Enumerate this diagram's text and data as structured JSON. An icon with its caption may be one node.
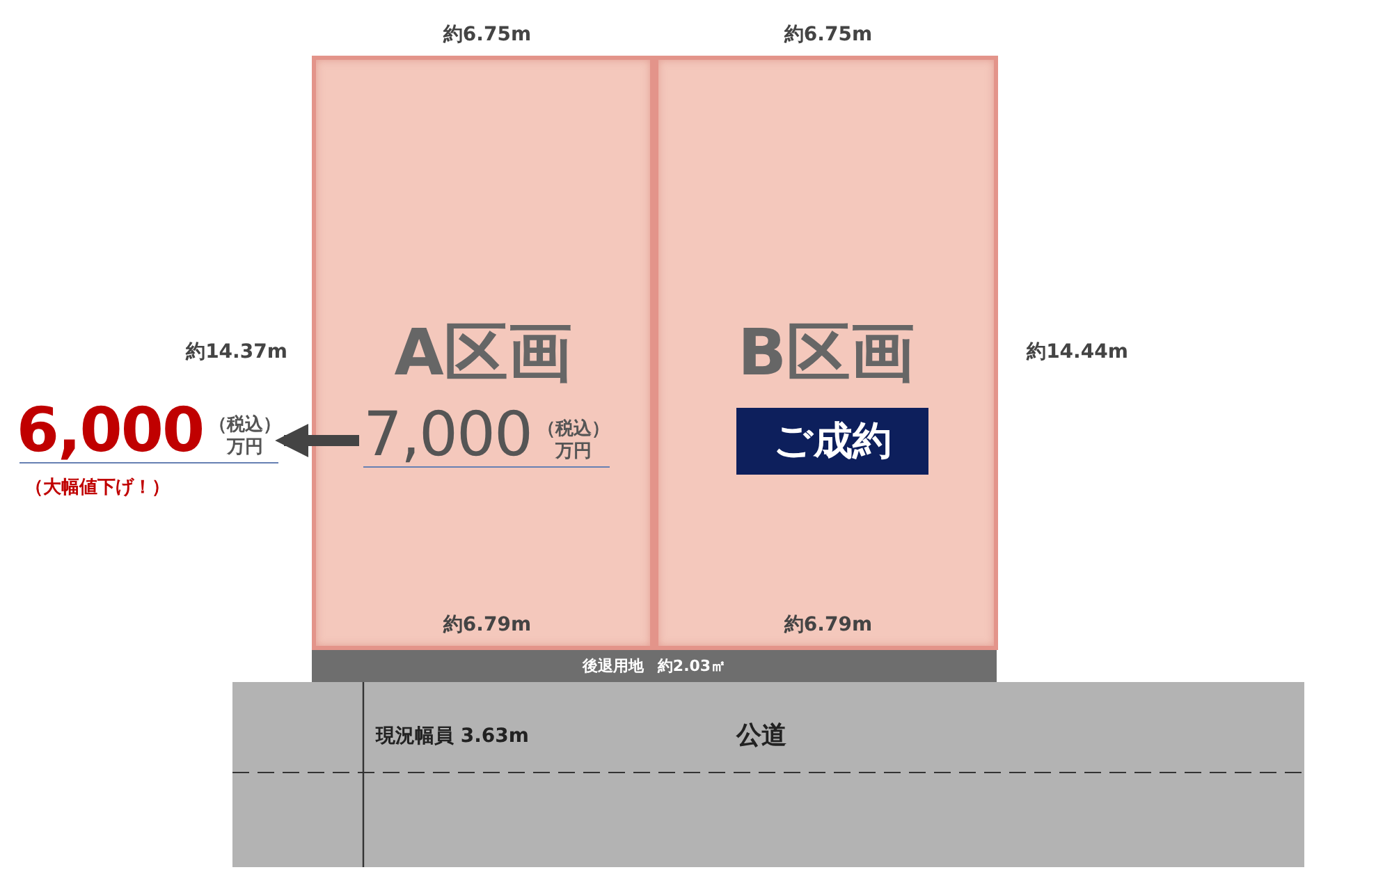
{
  "diagram": {
    "nodes": [
      {
        "text": [
          "A区画"
        ]
      },
      {
        "text": [
          "7,000",
          "（税込）",
          "万円"
        ],
        "in": 0
      },
      {
        "text": [
          "B区画"
        ]
      },
      {
        "text": [
          "ご成約"
        ],
        "in": 2
      },
      {
        "text": [
          "6,000",
          "（税込）",
          "万円"
        ],
        "beside": [
          "（大幅値下げ！）"
        ]
      },
      {
        "text": [
          "後退用地",
          "約2.03㎡"
        ]
      },
      {
        "text": [
          "現況幅員 3.63m",
          "公道"
        ]
      }
    ],
    "edges": [
      {
        "from": 1,
        "to": 4,
        "arrow": "to"
      }
    ],
    "labels": [
      "約6.75m",
      "約6.75m",
      "約14.37m",
      "約14.44m",
      "約6.79m",
      "約6.79m"
    ]
  }
}
